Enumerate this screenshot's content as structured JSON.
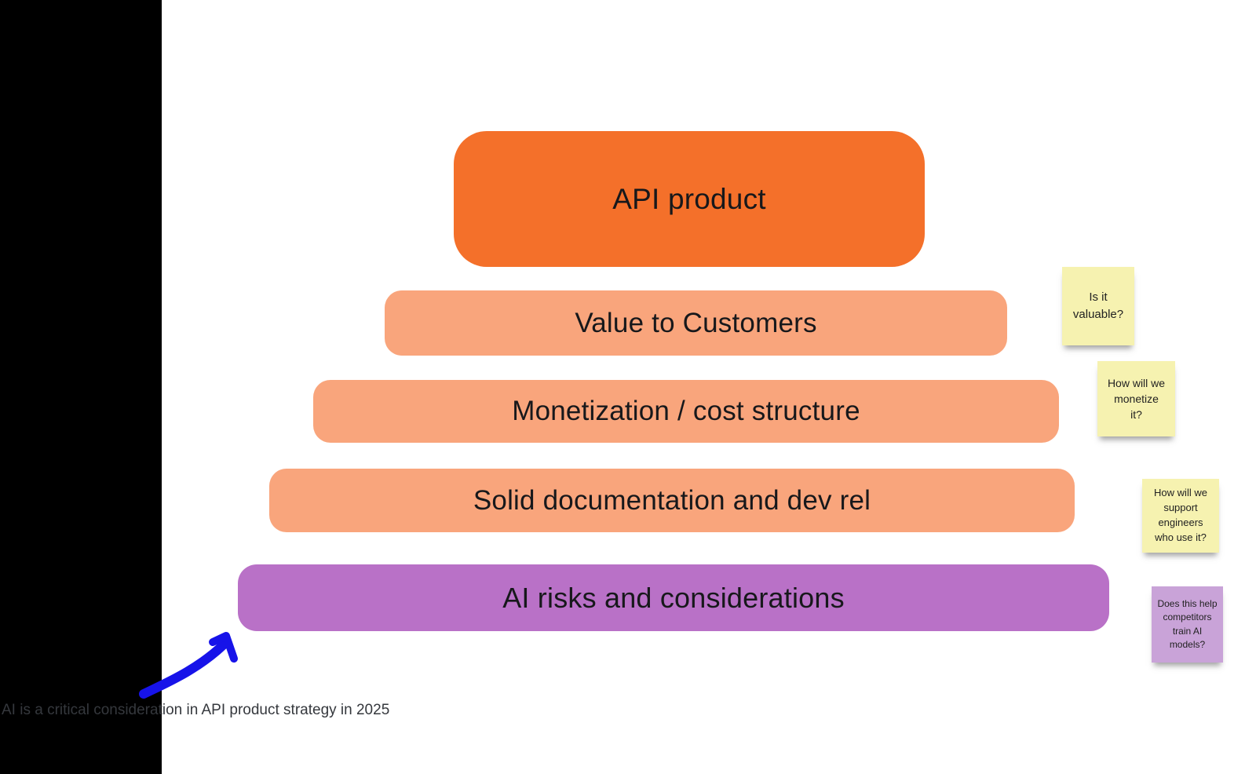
{
  "pyramid": {
    "levels": [
      {
        "label": "API product",
        "color": "#f4702a"
      },
      {
        "label": "Value to Customers",
        "color": "#f9a57c"
      },
      {
        "label": "Monetization / cost structure",
        "color": "#f9a57c"
      },
      {
        "label": "Solid documentation and dev rel",
        "color": "#f9a57c"
      },
      {
        "label": "AI risks and considerations",
        "color": "#b971c7"
      }
    ]
  },
  "sticky_notes": [
    {
      "text": "Is it\nvaluable?",
      "color": "#f6f2b0"
    },
    {
      "text": "How will we\nmonetize\nit?",
      "color": "#f6f2b0"
    },
    {
      "text": "How will we\nsupport\nengineers\nwho use it?",
      "color": "#f6f2b0"
    },
    {
      "text": "Does this help\ncompetitors\ntrain AI\nmodels?",
      "color": "#c9a3d8"
    }
  ],
  "caption": "AI is a critical consideration in API product strategy in 2025",
  "colors": {
    "background": "#ffffff",
    "left_panel": "#000000",
    "arrow_blue": "#1713e9",
    "text_dark": "#17181b"
  }
}
